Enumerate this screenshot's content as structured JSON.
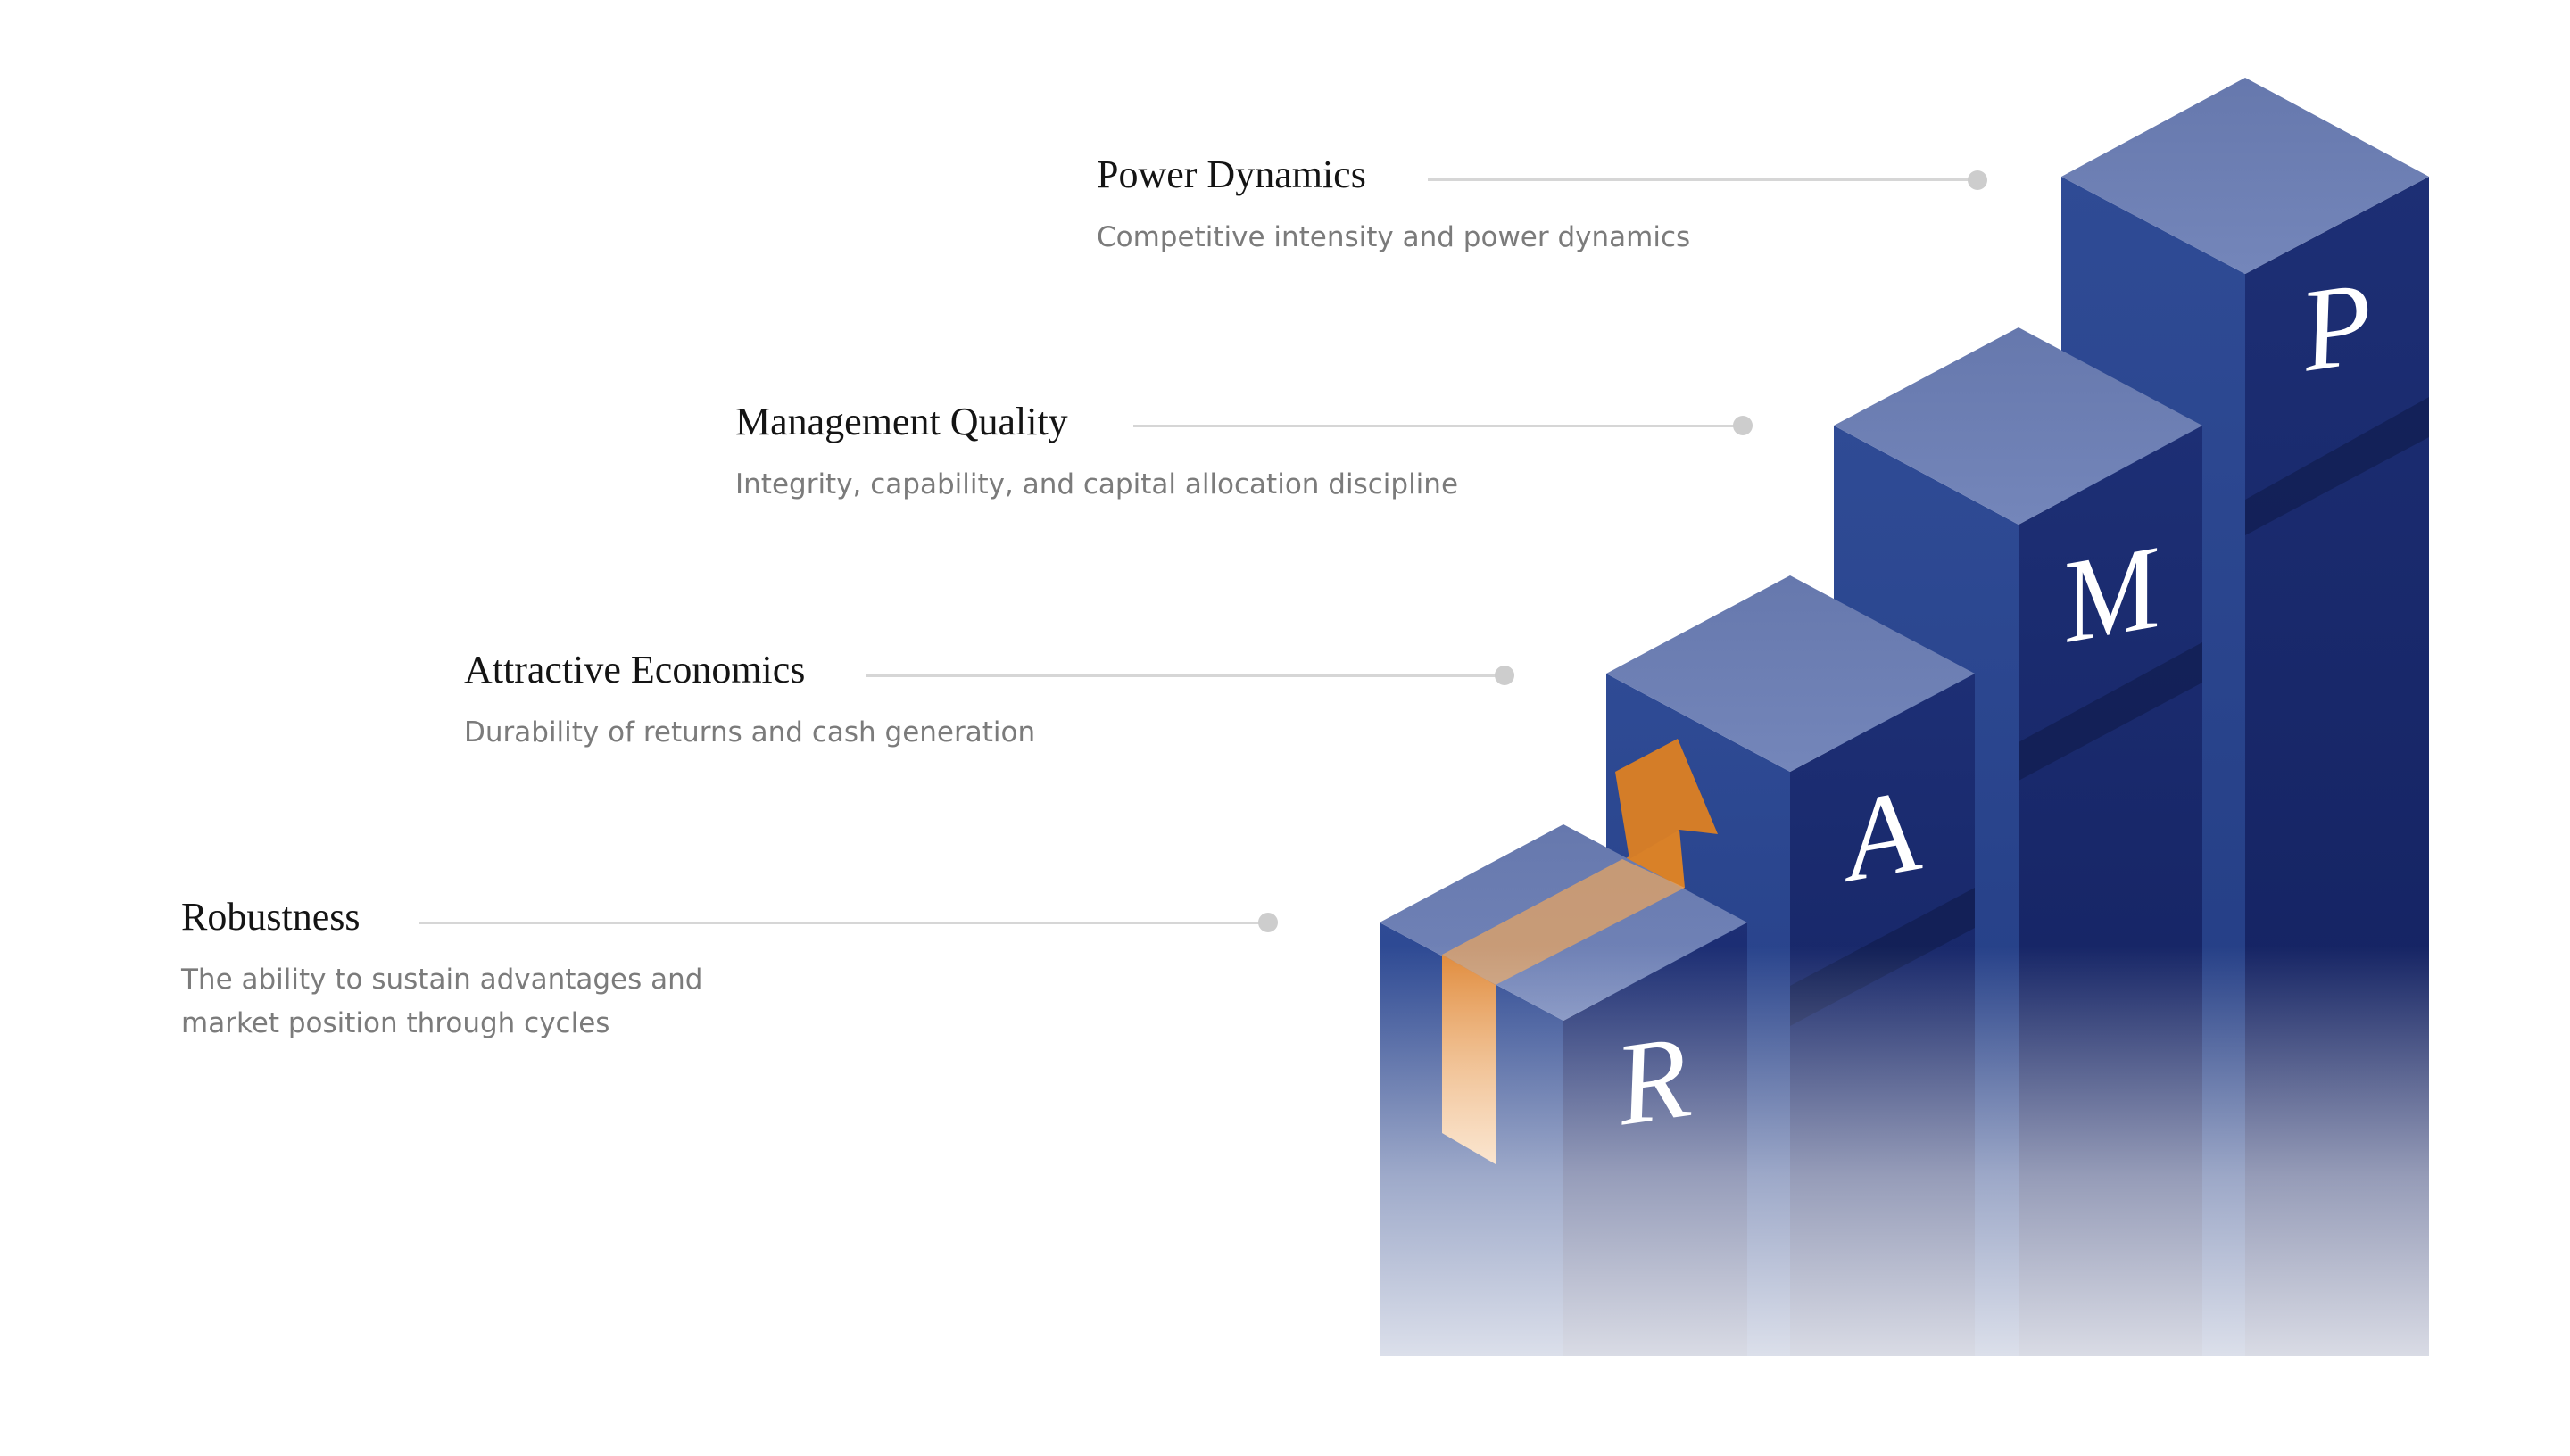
{
  "pillars": [
    {
      "letter": "R",
      "title": "Robustness",
      "description_lines": [
        "The ability to sustain advantages and",
        "market position through cycles"
      ]
    },
    {
      "letter": "A",
      "title": "Attractive Economics",
      "description_lines": [
        "Durability of returns and cash generation"
      ]
    },
    {
      "letter": "M",
      "title": "Management Quality",
      "description_lines": [
        "Integrity, capability, and capital allocation discipline"
      ]
    },
    {
      "letter": "P",
      "title": "Power Dynamics",
      "description_lines": [
        "Competitive intensity and power dynamics"
      ]
    }
  ],
  "colors": {
    "top_face": "#6c80b4",
    "left_face": "#2b4690",
    "right_face": "#1a2a6c",
    "arrow": "#d9822b",
    "connector": "#d6d6d6",
    "title_text": "#141414",
    "description_text": "#7b7b7b"
  },
  "icons": {
    "growth_arrow": "orange-upward-arrow-icon"
  }
}
